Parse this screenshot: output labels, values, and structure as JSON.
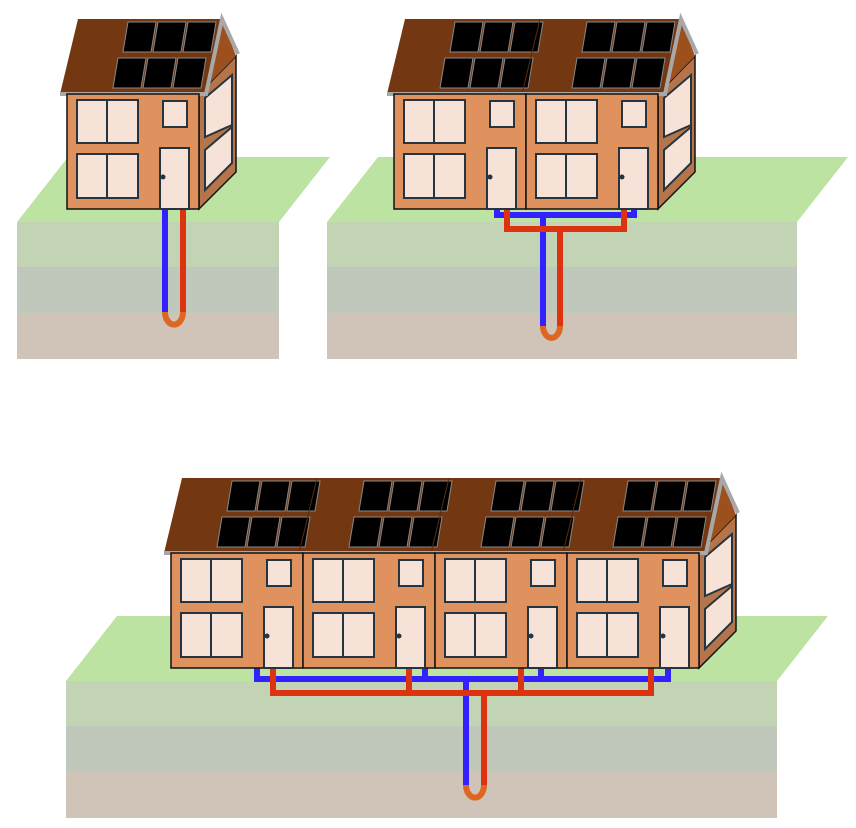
{
  "colors": {
    "ground_top": "#bde3a3",
    "layer1": "#c3d4b4",
    "layer2": "#c0c8bc",
    "layer3": "#d0c4b8",
    "front": "#e0925e",
    "side": "#b5744a",
    "roof": "#733812",
    "gable": "#9c501e",
    "roof_edge": "#a8a8a8",
    "window": "#f6e2d6",
    "window_stroke": "#253540",
    "panel": "#000000",
    "pipe_cold": "#3322ff",
    "pipe_hot": "#dd3311",
    "pipe_bend": "#dd6622"
  },
  "scenes": [
    {
      "name": "single-house",
      "houses": 1
    },
    {
      "name": "two-houses",
      "houses": 2
    },
    {
      "name": "four-houses",
      "houses": 4
    }
  ]
}
